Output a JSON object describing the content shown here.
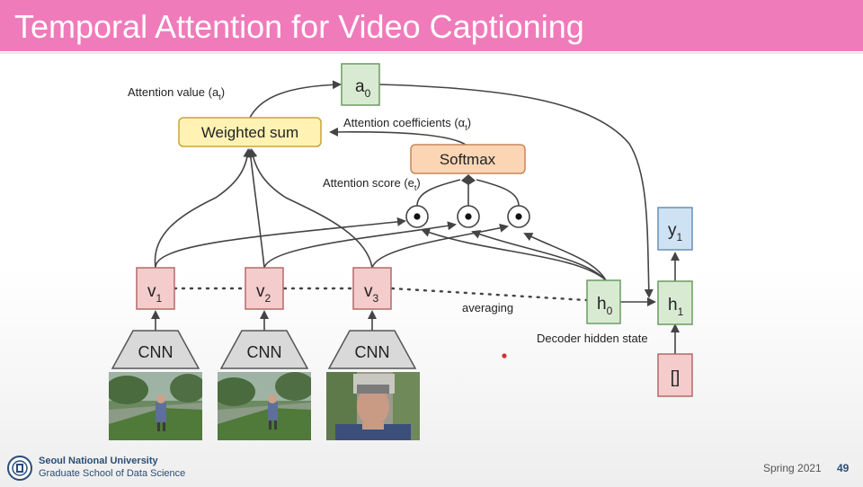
{
  "slide": {
    "title": "Temporal Attention for Video Captioning"
  },
  "nodes": {
    "a0": "a",
    "a0_sub": "0",
    "weighted_sum": "Weighted sum",
    "softmax": "Softmax",
    "v1": "v",
    "v1_sub": "1",
    "v2": "v",
    "v2_sub": "2",
    "v3": "v",
    "v3_sub": "3",
    "h0": "h",
    "h0_sub": "0",
    "h1": "h",
    "h1_sub": "1",
    "y1": "y",
    "y1_sub": "1",
    "cnn": "CNN",
    "empty_input": "[]"
  },
  "labels": {
    "attention_value": "Attention value (a",
    "attention_value_sub": "t",
    "attention_value_end": ")",
    "attention_coefficients": "Attention coefficients (α",
    "attention_coefficients_sub": "t",
    "attention_coefficients_end": ")",
    "attention_score": "Attention score (e",
    "attention_score_sub": "t",
    "attention_score_end": ")",
    "averaging": "averaging",
    "decoder_hidden_state": "Decoder hidden state"
  },
  "footer": {
    "org_name": "Seoul National University",
    "school": "Graduate School of Data Science",
    "term": "Spring 2021",
    "page": "49"
  },
  "colors": {
    "title_bar": "#f07bbb",
    "green_node": "#d9ead3",
    "green_border": "#6a9c61",
    "pink_node": "#f4cccc",
    "pink_border": "#b46a6a",
    "yellow_node": "#fff2b3",
    "yellow_border": "#c9a43a",
    "orange_node": "#fcd5b4",
    "orange_border": "#c8875a",
    "blue_node": "#cfe2f3",
    "blue_border": "#6b8fb5",
    "cnn_fill": "#d9d9d9",
    "arrow": "#444444",
    "dot_red": "#d32f2f"
  }
}
